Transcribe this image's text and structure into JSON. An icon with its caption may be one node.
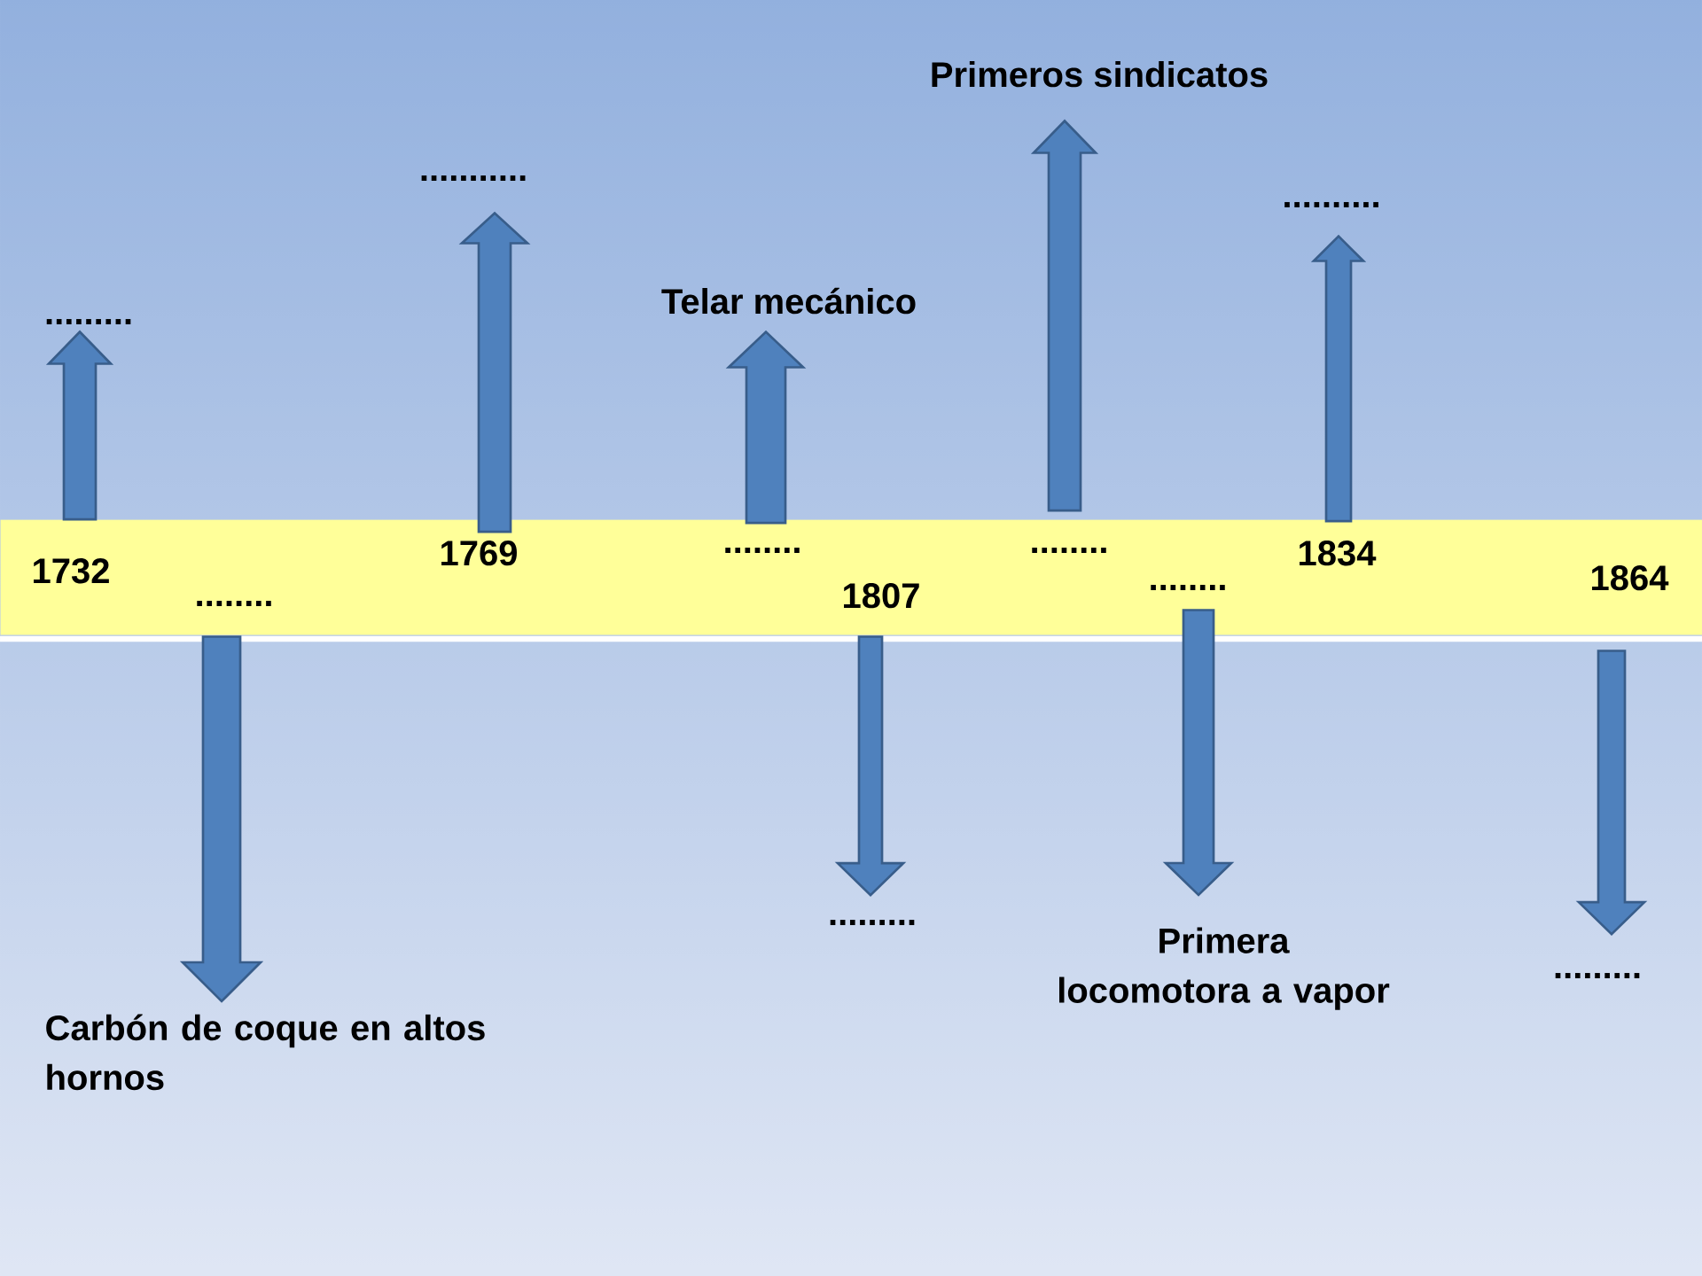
{
  "diagram": {
    "nodes": [
      {
        "text": [],
        "shape": "band"
      },
      {
        "text": [
          "1732"
        ],
        "in": 0
      },
      {
        "text": [
          "........"
        ],
        "in": 0
      },
      {
        "text": [
          "1769"
        ],
        "in": 0
      },
      {
        "text": [
          "........"
        ],
        "in": 0
      },
      {
        "text": [
          "1807"
        ],
        "in": 0
      },
      {
        "text": [
          "........"
        ],
        "in": 0
      },
      {
        "text": [
          "........"
        ],
        "in": 0
      },
      {
        "text": [
          "1834"
        ],
        "in": 0
      },
      {
        "text": [
          "1864"
        ],
        "in": 0
      },
      {
        "text": [
          "........."
        ]
      },
      {
        "text": [
          "..........."
        ]
      },
      {
        "text": [
          "Telar mecánico"
        ]
      },
      {
        "text": [
          "Primeros sindicatos"
        ]
      },
      {
        "text": [
          ".........."
        ]
      },
      {
        "text": [
          "Carbón de coque en altos hornos"
        ]
      },
      {
        "text": [
          "........."
        ]
      },
      {
        "text": [
          "Primera locomotora a vapor"
        ]
      },
      {
        "text": [
          "........."
        ]
      }
    ],
    "edges": [
      {
        "from": 1,
        "to": 10,
        "arrow": "to"
      },
      {
        "from": 3,
        "to": 11,
        "arrow": "to"
      },
      {
        "from": 4,
        "to": 12,
        "arrow": "to"
      },
      {
        "from": 6,
        "to": 13,
        "arrow": "to"
      },
      {
        "from": 8,
        "to": 14,
        "arrow": "to"
      },
      {
        "from": 2,
        "to": 15,
        "arrow": "to"
      },
      {
        "from": 5,
        "to": 16,
        "arrow": "to"
      },
      {
        "from": 7,
        "to": 17,
        "arrow": "to"
      },
      {
        "from": 9,
        "to": 18,
        "arrow": "to"
      }
    ]
  }
}
